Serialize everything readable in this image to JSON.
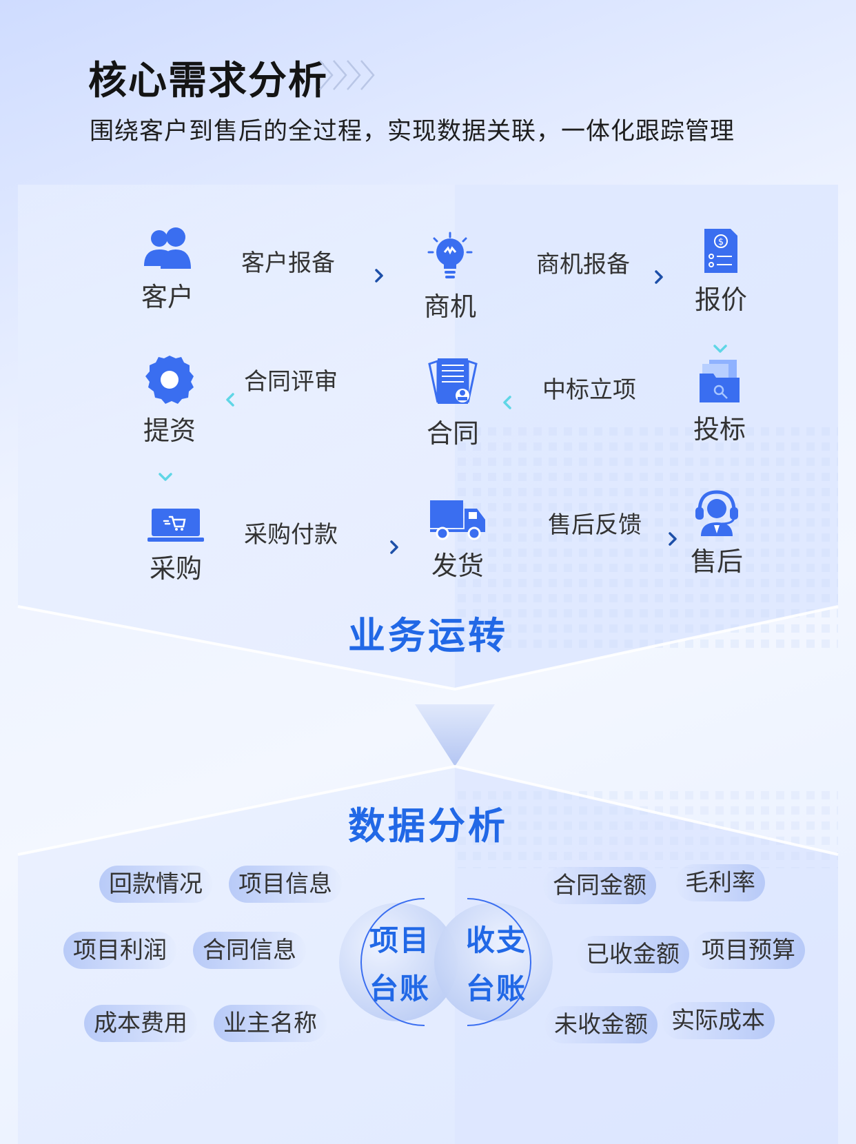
{
  "header": {
    "title": "核心需求分析",
    "subtitle": "围绕客户到售后的全过程，实现数据关联，一体化跟踪管理"
  },
  "flow": {
    "nodes": {
      "customer": "客户",
      "opportunity": "商机",
      "quote": "报价",
      "funding": "提资",
      "contract": "合同",
      "bid": "投标",
      "purchase": "采购",
      "shipping": "发货",
      "aftersales": "售后"
    },
    "edges": {
      "customer_report": "客户报备",
      "opportunity_report": "商机报备",
      "contract_review": "合同评审",
      "bid_won": "中标立项",
      "purchase_payment": "采购付款",
      "aftersales_feedback": "售后反馈"
    },
    "section_title": "业务运转"
  },
  "analysis": {
    "section_title": "数据分析",
    "left_circle": [
      "项目",
      "台账"
    ],
    "right_circle": [
      "收支",
      "台账"
    ],
    "left_tags": [
      "回款情况",
      "项目信息",
      "项目利润",
      "合同信息",
      "成本费用",
      "业主名称"
    ],
    "right_tags": [
      "合同金额",
      "毛利率",
      "已收金额",
      "项目预算",
      "未收金额",
      "实际成本"
    ]
  },
  "colors": {
    "accent": "#2168e6",
    "icon_blue": "#3a6ef0",
    "arrow_start": "#5fd6e6",
    "arrow_end": "#1d4fa8",
    "arrow_purple": "#8a5ee8"
  }
}
